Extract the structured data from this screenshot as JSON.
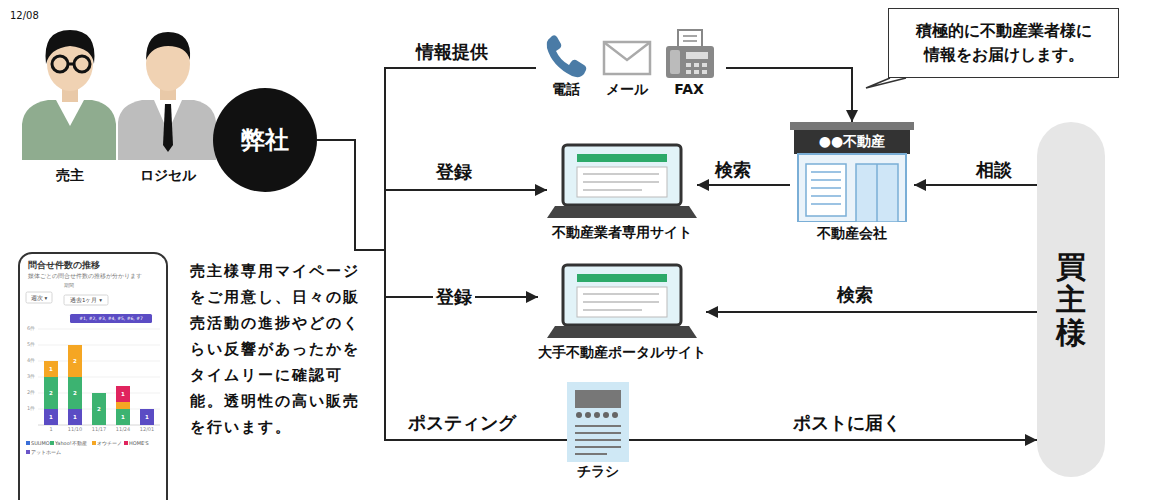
{
  "diagram": {
    "nodes": [
      {
        "text": [
          "弊社"
        ]
      },
      {
        "text": [
          "積極的に不動産業者様に 情報をお届けします。"
        ]
      },
      {
        "text": [
          "不動産業者専用サイト"
        ]
      },
      {
        "text": [
          "●●不動産",
          "不動産会社"
        ]
      },
      {
        "text": [
          "大手不動産ポータルサイト"
        ]
      },
      {
        "text": [
          "チラシ"
        ]
      },
      {
        "text": [
          "買主様"
        ]
      },
      {
        "text": [
          "問合せ件数の推移",
          "媒体ごとの問合せ件数の推移が分かります"
        ]
      }
    ],
    "edges": [
      {
        "from": 0,
        "to": 3,
        "arrow": "to",
        "label": "情報提供"
      },
      {
        "from": 0,
        "to": 2,
        "arrow": "to",
        "label": "登録"
      },
      {
        "from": 0,
        "to": 4,
        "arrow": "to",
        "label": "登録"
      },
      {
        "from": 0,
        "to": 5,
        "arrow": "none",
        "label": "ポスティング"
      },
      {
        "from": 3,
        "to": 2,
        "arrow": "to",
        "label": "検索"
      },
      {
        "from": 6,
        "to": 3,
        "arrow": "to",
        "label": "相談"
      },
      {
        "from": 6,
        "to": 4,
        "arrow": "to",
        "label": "検索"
      },
      {
        "from": 5,
        "to": 6,
        "arrow": "to",
        "label": "ポストに届く"
      }
    ],
    "labels": [
      "売主",
      "ロジセル",
      "電話",
      "メール",
      "FAX",
      "売主様専用マイページをご用意し、日々の販売活動の進捗やどのくらい反響があったかをタイムリーに確認可能。透明性の高い販売を行います。",
      "週次 ▾",
      "期間",
      "過去1ヶ月 ▾",
      "#1, #2, #3, #4, #5, #6, #7",
      "6件",
      "5件",
      "4件",
      "3件",
      "2件",
      "1件",
      "1",
      "2",
      "1",
      "1",
      "2",
      "2",
      "2",
      "1",
      "1",
      "1",
      "1",
      "11/10",
      "11/17",
      "11/24",
      "12/01",
      "12/08"
    ],
    "legend": [
      {
        "text": "SUUMO",
        "color": "#3a6fd8"
      },
      {
        "text": "Yahoo!不動産",
        "color": "#3cb371"
      },
      {
        "text": "オウチーノ",
        "color": "#f5a623"
      },
      {
        "text": "HOME'S",
        "color": "#e0245e"
      },
      {
        "text": "アットホーム",
        "color": "#6a55c8"
      }
    ]
  }
}
